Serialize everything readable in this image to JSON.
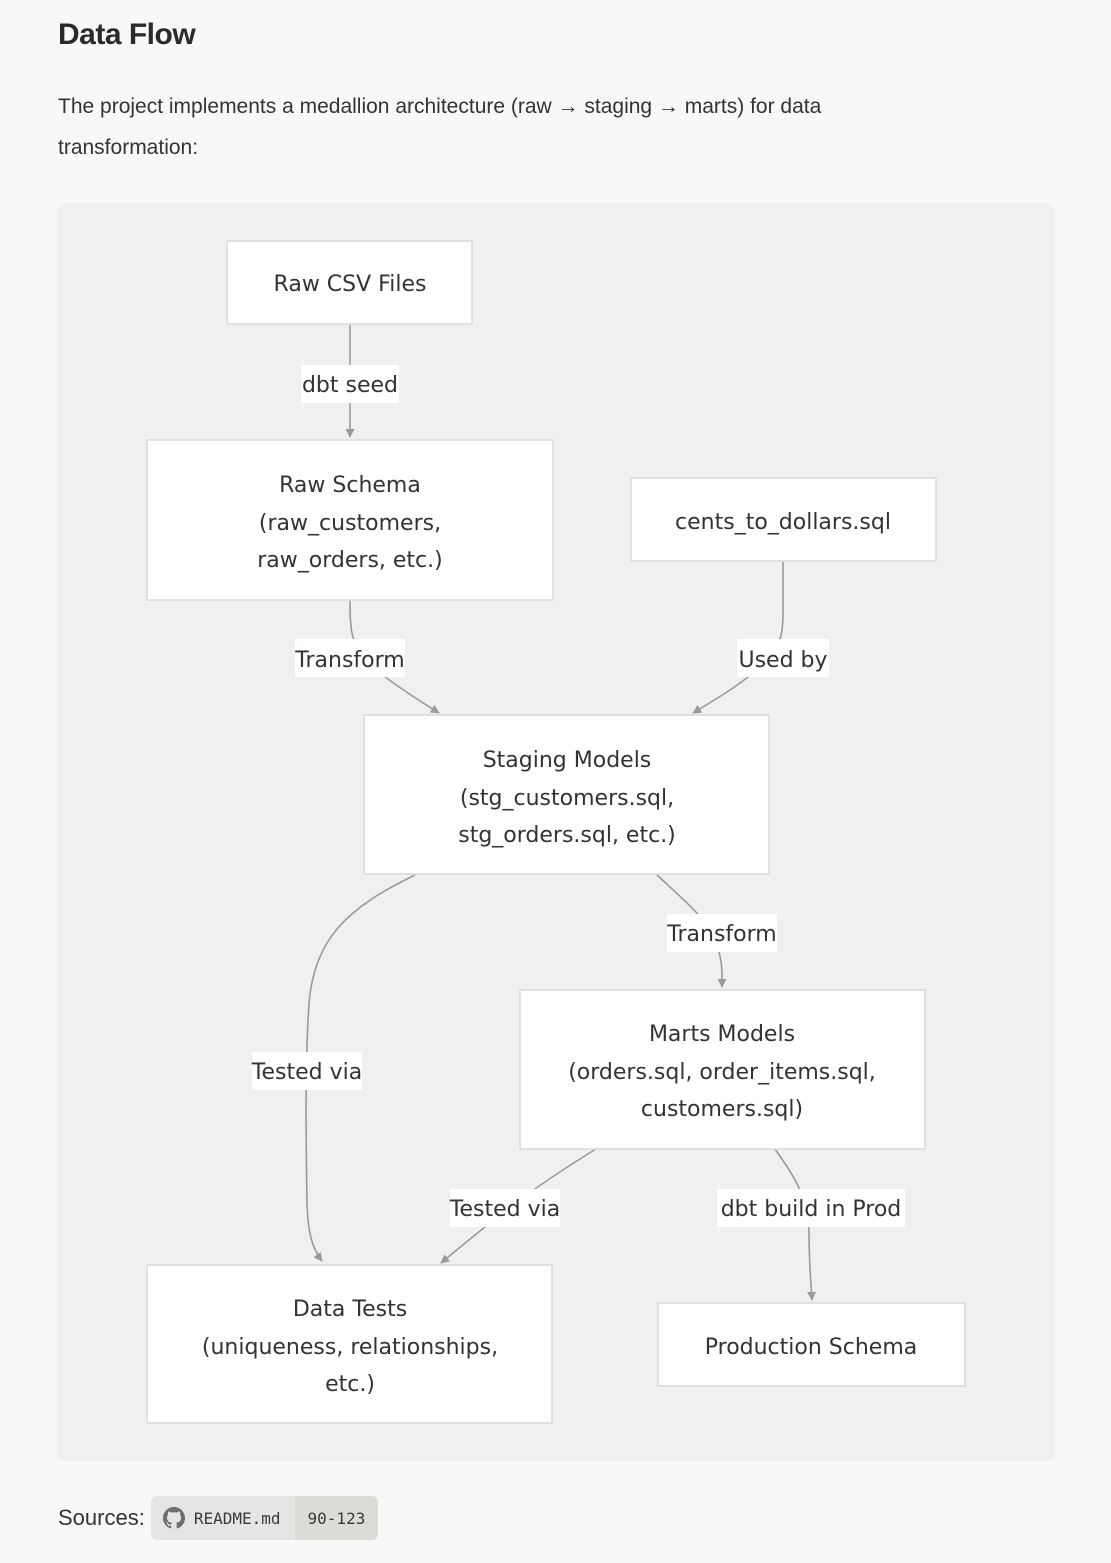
{
  "section": {
    "heading": "Data Flow",
    "intro": "The project implements a medallion architecture (raw → staging → marts) for data transformation:"
  },
  "diagram": {
    "nodes": {
      "raw_csv": [
        "Raw CSV Files"
      ],
      "raw_schema": [
        "Raw Schema",
        "(raw_customers,",
        "raw_orders, etc.)"
      ],
      "cents_macro": [
        "cents_to_dollars.sql"
      ],
      "staging": [
        "Staging Models",
        "(stg_customers.sql,",
        "stg_orders.sql, etc.)"
      ],
      "marts": [
        "Marts Models",
        "(orders.sql, order_items.sql,",
        "customers.sql)"
      ],
      "tests": [
        "Data Tests",
        "(uniqueness, relationships,",
        "etc.)"
      ],
      "production": [
        "Production Schema"
      ]
    },
    "edges": {
      "seed": "dbt seed",
      "transform_raw": "Transform",
      "used_by": "Used by",
      "transform_staging": "Transform",
      "tested_staging": "Tested via",
      "tested_marts": "Tested via",
      "build_prod": "dbt build in Prod"
    }
  },
  "sources": {
    "label": "Sources:",
    "file": "README.md",
    "lines": "90-123",
    "icon": "github-icon"
  },
  "colors": {
    "panel_background": "#f1f0ee",
    "node_fill": "#ffffff",
    "node_border": "#d9d9d9",
    "edge": "#9a9a9a"
  }
}
